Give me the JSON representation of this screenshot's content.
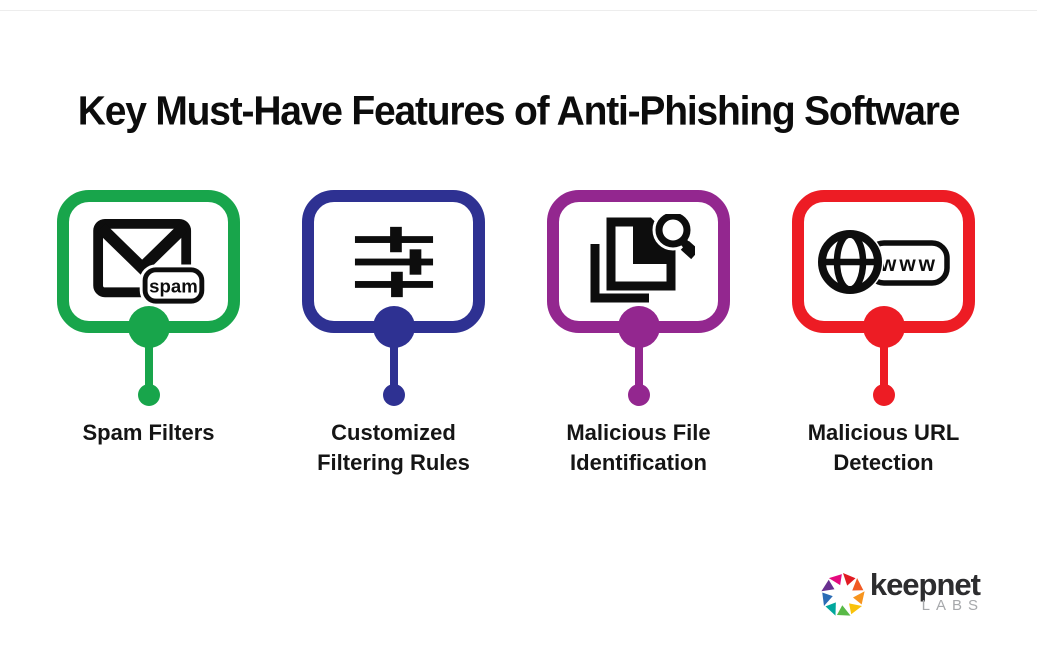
{
  "title": "Key Must-Have Features of Anti-Phishing Software",
  "features": [
    {
      "label": "Spam Filters",
      "color": "#18a54b",
      "icon": "spam-email-icon",
      "badge": "spam"
    },
    {
      "label": "Customized\nFiltering Rules",
      "color": "#2e3192",
      "icon": "filter-sliders-icon"
    },
    {
      "label": "Malicious File\nIdentification",
      "color": "#93278f",
      "icon": "document-search-icon"
    },
    {
      "label": "Malicious URL\nDetection",
      "color": "#ed1c24",
      "icon": "globe-www-icon",
      "badge": "www"
    }
  ],
  "logo": {
    "brand": "keepnet",
    "division": "LABS"
  },
  "logo_colors": [
    "#e11b22",
    "#f15a24",
    "#f7941e",
    "#f9c20a",
    "#58b947",
    "#00a79d",
    "#2b6cb5",
    "#683090",
    "#e5097f"
  ]
}
